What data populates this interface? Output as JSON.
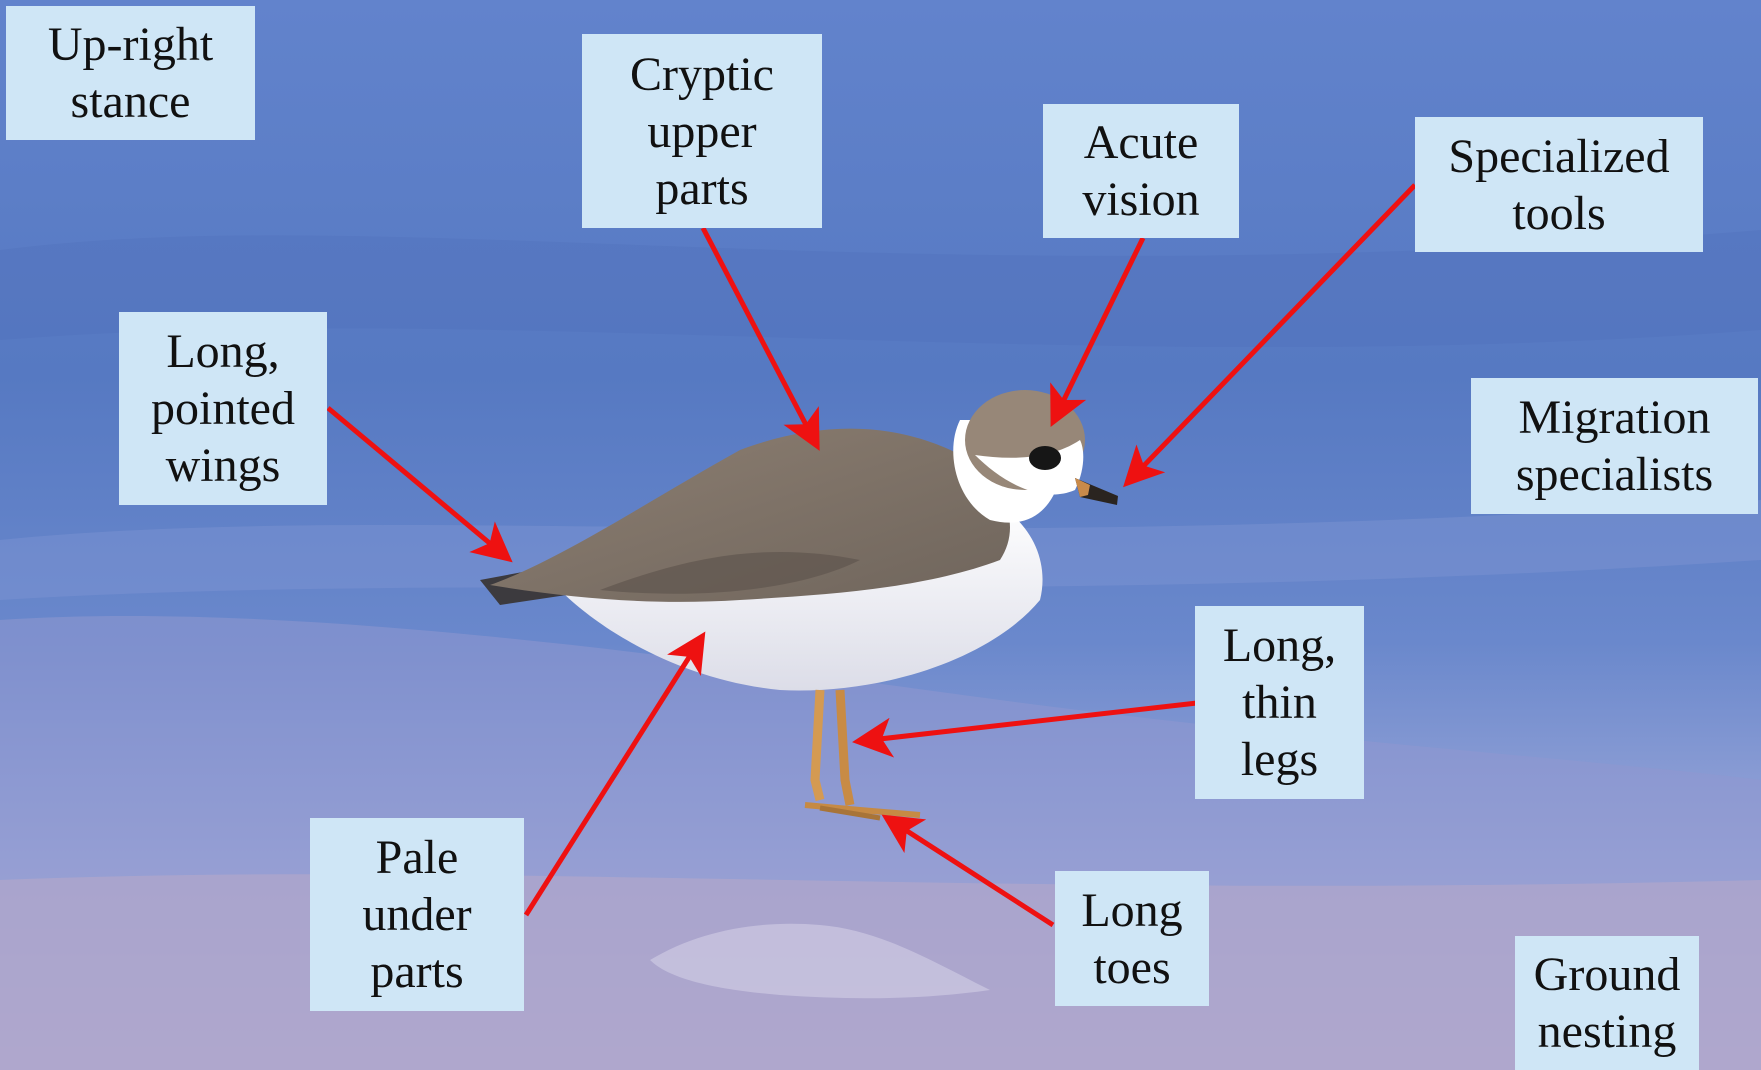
{
  "image": {
    "subject": "plover-bird",
    "colors": {
      "sky_blue": "#5b7fc4",
      "sand_light": "#b9b9df",
      "label_bg": "#cfe6f6",
      "arrow": "#ee1111"
    }
  },
  "labels": {
    "upright_stance": "Up-right\nstance",
    "cryptic_upper_parts": "Cryptic\nupper\nparts",
    "acute_vision": "Acute\nvision",
    "specialized_tools": "Specialized\ntools",
    "long_pointed_wings": "Long,\npointed\nwings",
    "migration_specialists": "Migration\nspecialists",
    "long_thin_legs": "Long,\nthin\nlegs",
    "pale_under_parts": "Pale\nunder\nparts",
    "long_toes": "Long\ntoes",
    "ground_nesting": "Ground\nnesting"
  }
}
